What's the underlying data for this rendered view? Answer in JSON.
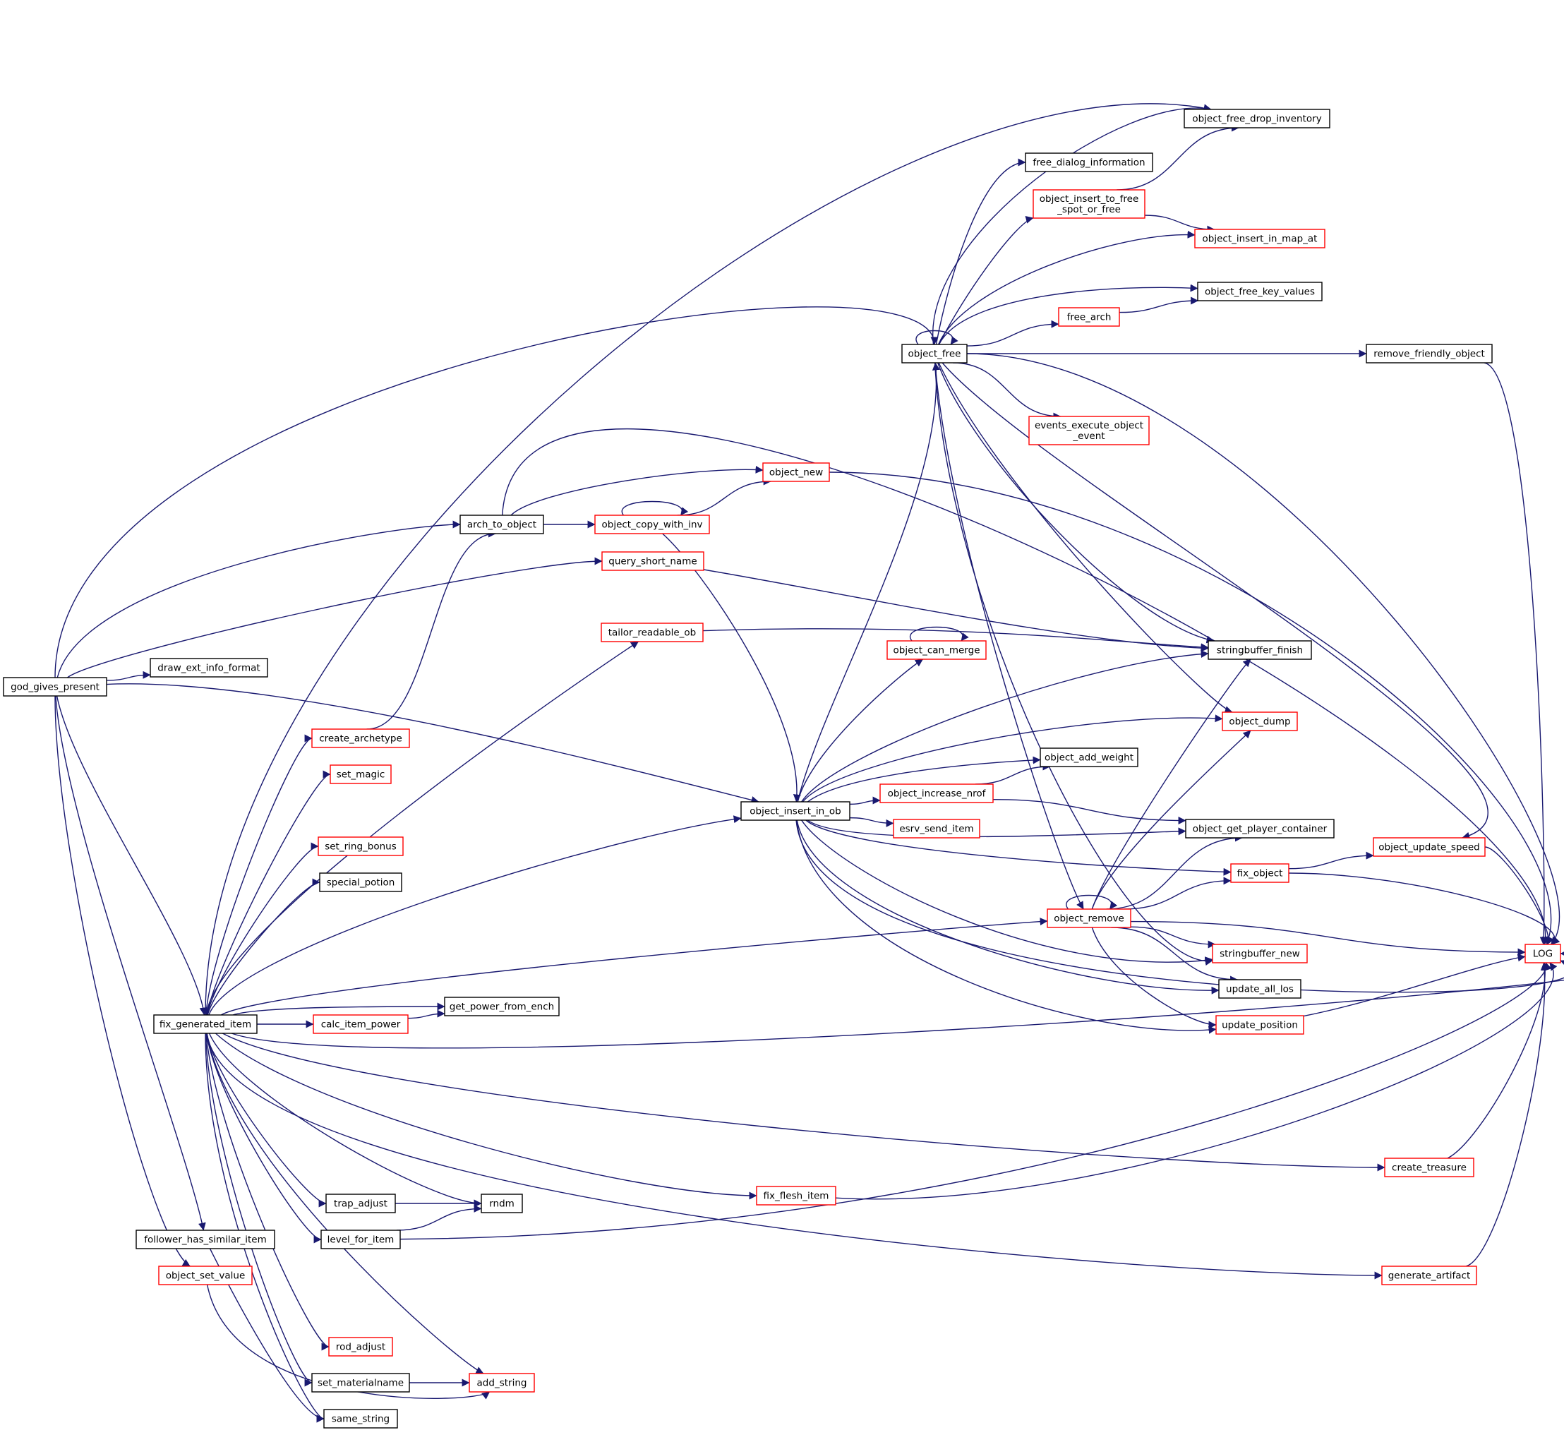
{
  "diagram": {
    "type": "call-graph",
    "root": "god_gives_present",
    "colors": {
      "edge": "#191970",
      "root_fill": "#bfbfbf",
      "plain_border": "#000000",
      "external_border": "#ff0000",
      "text": "#000000"
    },
    "nodes": [
      {
        "id": "god_gives_present",
        "label": "god_gives_present",
        "style": "root"
      },
      {
        "id": "draw_ext_info_format",
        "label": "draw_ext_info_format",
        "style": "plain"
      },
      {
        "id": "arch_to_object",
        "label": "arch_to_object",
        "style": "plain"
      },
      {
        "id": "query_short_name",
        "label": "query_short_name",
        "style": "external"
      },
      {
        "id": "object_insert_in_ob",
        "label": "object_insert_in_ob",
        "style": "plain"
      },
      {
        "id": "fix_generated_item",
        "label": "fix_generated_item",
        "style": "plain"
      },
      {
        "id": "follower_has_similar_item",
        "label": "follower_has_similar_item",
        "style": "plain"
      },
      {
        "id": "object_set_value",
        "label": "object_set_value",
        "style": "external"
      },
      {
        "id": "object_free",
        "label": "object_free",
        "style": "plain"
      },
      {
        "id": "LOG",
        "label": "LOG",
        "style": "external"
      },
      {
        "id": "object_free_drop_inventory",
        "label": "object_free_drop_inventory",
        "style": "plain"
      },
      {
        "id": "object_new",
        "label": "object_new",
        "style": "external"
      },
      {
        "id": "object_copy_with_inv",
        "label": "object_copy_with_inv",
        "style": "external"
      },
      {
        "id": "free_dialog_information",
        "label": "free_dialog_information",
        "style": "plain"
      },
      {
        "id": "object_insert_to_free_spot_or_free",
        "label": "object_insert_to_free\n_spot_or_free",
        "style": "external"
      },
      {
        "id": "object_insert_in_map_at",
        "label": "object_insert_in_map_at",
        "style": "external"
      },
      {
        "id": "object_free_key_values",
        "label": "object_free_key_values",
        "style": "plain"
      },
      {
        "id": "free_arch",
        "label": "free_arch",
        "style": "external"
      },
      {
        "id": "remove_friendly_object",
        "label": "remove_friendly_object",
        "style": "plain"
      },
      {
        "id": "events_execute_object_event",
        "label": "events_execute_object\n_event",
        "style": "external"
      },
      {
        "id": "stringbuffer_finish",
        "label": "stringbuffer_finish",
        "style": "plain"
      },
      {
        "id": "object_dump",
        "label": "object_dump",
        "style": "external"
      },
      {
        "id": "object_remove",
        "label": "object_remove",
        "style": "external"
      },
      {
        "id": "object_update_speed",
        "label": "object_update_speed",
        "style": "external"
      },
      {
        "id": "object_can_merge",
        "label": "object_can_merge",
        "style": "external"
      },
      {
        "id": "object_add_weight",
        "label": "object_add_weight",
        "style": "plain"
      },
      {
        "id": "object_increase_nrof",
        "label": "object_increase_nrof",
        "style": "external"
      },
      {
        "id": "esrv_send_item",
        "label": "esrv_send_item",
        "style": "external"
      },
      {
        "id": "object_get_player_container",
        "label": "object_get_player_container",
        "style": "plain"
      },
      {
        "id": "fix_object",
        "label": "fix_object",
        "style": "external"
      },
      {
        "id": "stringbuffer_new",
        "label": "stringbuffer_new",
        "style": "external"
      },
      {
        "id": "update_all_los",
        "label": "update_all_los",
        "style": "plain"
      },
      {
        "id": "update_position",
        "label": "update_position",
        "style": "external"
      },
      {
        "id": "tailor_readable_ob",
        "label": "tailor_readable_ob",
        "style": "external"
      },
      {
        "id": "create_archetype",
        "label": "create_archetype",
        "style": "external"
      },
      {
        "id": "set_magic",
        "label": "set_magic",
        "style": "external"
      },
      {
        "id": "set_ring_bonus",
        "label": "set_ring_bonus",
        "style": "external"
      },
      {
        "id": "special_potion",
        "label": "special_potion",
        "style": "plain"
      },
      {
        "id": "get_power_from_ench",
        "label": "get_power_from_ench",
        "style": "plain"
      },
      {
        "id": "calc_item_power",
        "label": "calc_item_power",
        "style": "external"
      },
      {
        "id": "trap_adjust",
        "label": "trap_adjust",
        "style": "plain"
      },
      {
        "id": "rndm",
        "label": "rndm",
        "style": "plain"
      },
      {
        "id": "level_for_item",
        "label": "level_for_item",
        "style": "plain"
      },
      {
        "id": "fix_flesh_item",
        "label": "fix_flesh_item",
        "style": "external"
      },
      {
        "id": "create_treasure",
        "label": "create_treasure",
        "style": "external"
      },
      {
        "id": "generate_artifact",
        "label": "generate_artifact",
        "style": "external"
      },
      {
        "id": "rod_adjust",
        "label": "rod_adjust",
        "style": "external"
      },
      {
        "id": "set_materialname",
        "label": "set_materialname",
        "style": "plain"
      },
      {
        "id": "add_string",
        "label": "add_string",
        "style": "external"
      },
      {
        "id": "same_string",
        "label": "same_string",
        "style": "plain"
      }
    ],
    "edges": [
      {
        "from": "god_gives_present",
        "to": "object_free"
      },
      {
        "from": "god_gives_present",
        "to": "arch_to_object"
      },
      {
        "from": "god_gives_present",
        "to": "query_short_name"
      },
      {
        "from": "god_gives_present",
        "to": "draw_ext_info_format"
      },
      {
        "from": "god_gives_present",
        "to": "object_insert_in_ob"
      },
      {
        "from": "god_gives_present",
        "to": "fix_generated_item"
      },
      {
        "from": "god_gives_present",
        "to": "follower_has_similar_item"
      },
      {
        "from": "god_gives_present",
        "to": "object_set_value"
      },
      {
        "from": "arch_to_object",
        "to": "LOG"
      },
      {
        "from": "arch_to_object",
        "to": "object_new"
      },
      {
        "from": "arch_to_object",
        "to": "object_copy_with_inv"
      },
      {
        "from": "object_copy_with_inv",
        "to": "object_copy_with_inv"
      },
      {
        "from": "object_copy_with_inv",
        "to": "object_new"
      },
      {
        "from": "object_copy_with_inv",
        "to": "object_insert_in_ob"
      },
      {
        "from": "object_new",
        "to": "LOG"
      },
      {
        "from": "query_short_name",
        "to": "stringbuffer_finish"
      },
      {
        "from": "tailor_readable_ob",
        "to": "stringbuffer_finish"
      },
      {
        "from": "object_free",
        "to": "object_free"
      },
      {
        "from": "object_free",
        "to": "object_free_drop_inventory"
      },
      {
        "from": "object_free",
        "to": "free_dialog_information"
      },
      {
        "from": "object_free",
        "to": "object_insert_to_free_spot_or_free"
      },
      {
        "from": "object_free",
        "to": "object_insert_in_map_at"
      },
      {
        "from": "object_free",
        "to": "object_free_key_values"
      },
      {
        "from": "object_free",
        "to": "free_arch"
      },
      {
        "from": "object_free",
        "to": "remove_friendly_object"
      },
      {
        "from": "object_free",
        "to": "LOG"
      },
      {
        "from": "object_free",
        "to": "events_execute_object_event"
      },
      {
        "from": "object_free",
        "to": "object_update_speed"
      },
      {
        "from": "object_free",
        "to": "stringbuffer_finish"
      },
      {
        "from": "object_free",
        "to": "object_dump"
      },
      {
        "from": "object_free",
        "to": "stringbuffer_new"
      },
      {
        "from": "object_free",
        "to": "object_remove"
      },
      {
        "from": "object_insert_to_free_spot_or_free",
        "to": "object_free_drop_inventory"
      },
      {
        "from": "object_insert_to_free_spot_or_free",
        "to": "object_insert_in_map_at"
      },
      {
        "from": "free_arch",
        "to": "object_free_key_values"
      },
      {
        "from": "remove_friendly_object",
        "to": "LOG"
      },
      {
        "from": "object_insert_in_ob",
        "to": "object_free"
      },
      {
        "from": "object_insert_in_ob",
        "to": "object_can_merge"
      },
      {
        "from": "object_insert_in_ob",
        "to": "stringbuffer_finish"
      },
      {
        "from": "object_insert_in_ob",
        "to": "object_dump"
      },
      {
        "from": "object_insert_in_ob",
        "to": "object_add_weight"
      },
      {
        "from": "object_insert_in_ob",
        "to": "object_increase_nrof"
      },
      {
        "from": "object_insert_in_ob",
        "to": "esrv_send_item"
      },
      {
        "from": "object_insert_in_ob",
        "to": "object_get_player_container"
      },
      {
        "from": "object_insert_in_ob",
        "to": "fix_object"
      },
      {
        "from": "object_insert_in_ob",
        "to": "stringbuffer_new"
      },
      {
        "from": "object_insert_in_ob",
        "to": "update_all_los"
      },
      {
        "from": "object_insert_in_ob",
        "to": "update_position"
      },
      {
        "from": "object_insert_in_ob",
        "to": "LOG"
      },
      {
        "from": "object_can_merge",
        "to": "object_can_merge"
      },
      {
        "from": "object_increase_nrof",
        "to": "object_add_weight"
      },
      {
        "from": "object_increase_nrof",
        "to": "object_get_player_container"
      },
      {
        "from": "object_remove",
        "to": "object_remove"
      },
      {
        "from": "object_remove",
        "to": "stringbuffer_finish"
      },
      {
        "from": "object_remove",
        "to": "object_dump"
      },
      {
        "from": "object_remove",
        "to": "object_get_player_container"
      },
      {
        "from": "object_remove",
        "to": "fix_object"
      },
      {
        "from": "object_remove",
        "to": "LOG"
      },
      {
        "from": "object_remove",
        "to": "stringbuffer_new"
      },
      {
        "from": "object_remove",
        "to": "update_all_los"
      },
      {
        "from": "object_remove",
        "to": "update_position"
      },
      {
        "from": "fix_object",
        "to": "object_update_speed"
      },
      {
        "from": "fix_object",
        "to": "LOG"
      },
      {
        "from": "object_update_speed",
        "to": "LOG"
      },
      {
        "from": "update_position",
        "to": "LOG"
      },
      {
        "from": "fix_generated_item",
        "to": "object_free_drop_inventory"
      },
      {
        "from": "fix_generated_item",
        "to": "create_archetype"
      },
      {
        "from": "fix_generated_item",
        "to": "set_magic"
      },
      {
        "from": "fix_generated_item",
        "to": "tailor_readable_ob"
      },
      {
        "from": "fix_generated_item",
        "to": "set_ring_bonus"
      },
      {
        "from": "fix_generated_item",
        "to": "special_potion"
      },
      {
        "from": "fix_generated_item",
        "to": "object_insert_in_ob"
      },
      {
        "from": "fix_generated_item",
        "to": "object_remove"
      },
      {
        "from": "fix_generated_item",
        "to": "get_power_from_ench"
      },
      {
        "from": "fix_generated_item",
        "to": "calc_item_power"
      },
      {
        "from": "fix_generated_item",
        "to": "LOG"
      },
      {
        "from": "fix_generated_item",
        "to": "create_treasure"
      },
      {
        "from": "fix_generated_item",
        "to": "fix_flesh_item"
      },
      {
        "from": "fix_generated_item",
        "to": "trap_adjust"
      },
      {
        "from": "fix_generated_item",
        "to": "rndm"
      },
      {
        "from": "fix_generated_item",
        "to": "level_for_item"
      },
      {
        "from": "fix_generated_item",
        "to": "generate_artifact"
      },
      {
        "from": "fix_generated_item",
        "to": "rod_adjust"
      },
      {
        "from": "fix_generated_item",
        "to": "set_materialname"
      },
      {
        "from": "fix_generated_item",
        "to": "add_string"
      },
      {
        "from": "fix_generated_item",
        "to": "same_string"
      },
      {
        "from": "create_archetype",
        "to": "arch_to_object"
      },
      {
        "from": "calc_item_power",
        "to": "get_power_from_ench"
      },
      {
        "from": "trap_adjust",
        "to": "rndm"
      },
      {
        "from": "level_for_item",
        "to": "rndm"
      },
      {
        "from": "level_for_item",
        "to": "LOG"
      },
      {
        "from": "fix_flesh_item",
        "to": "LOG"
      },
      {
        "from": "create_treasure",
        "to": "LOG"
      },
      {
        "from": "generate_artifact",
        "to": "LOG"
      },
      {
        "from": "set_materialname",
        "to": "add_string"
      },
      {
        "from": "follower_has_similar_item",
        "to": "same_string"
      },
      {
        "from": "object_set_value",
        "to": "add_string"
      }
    ]
  }
}
